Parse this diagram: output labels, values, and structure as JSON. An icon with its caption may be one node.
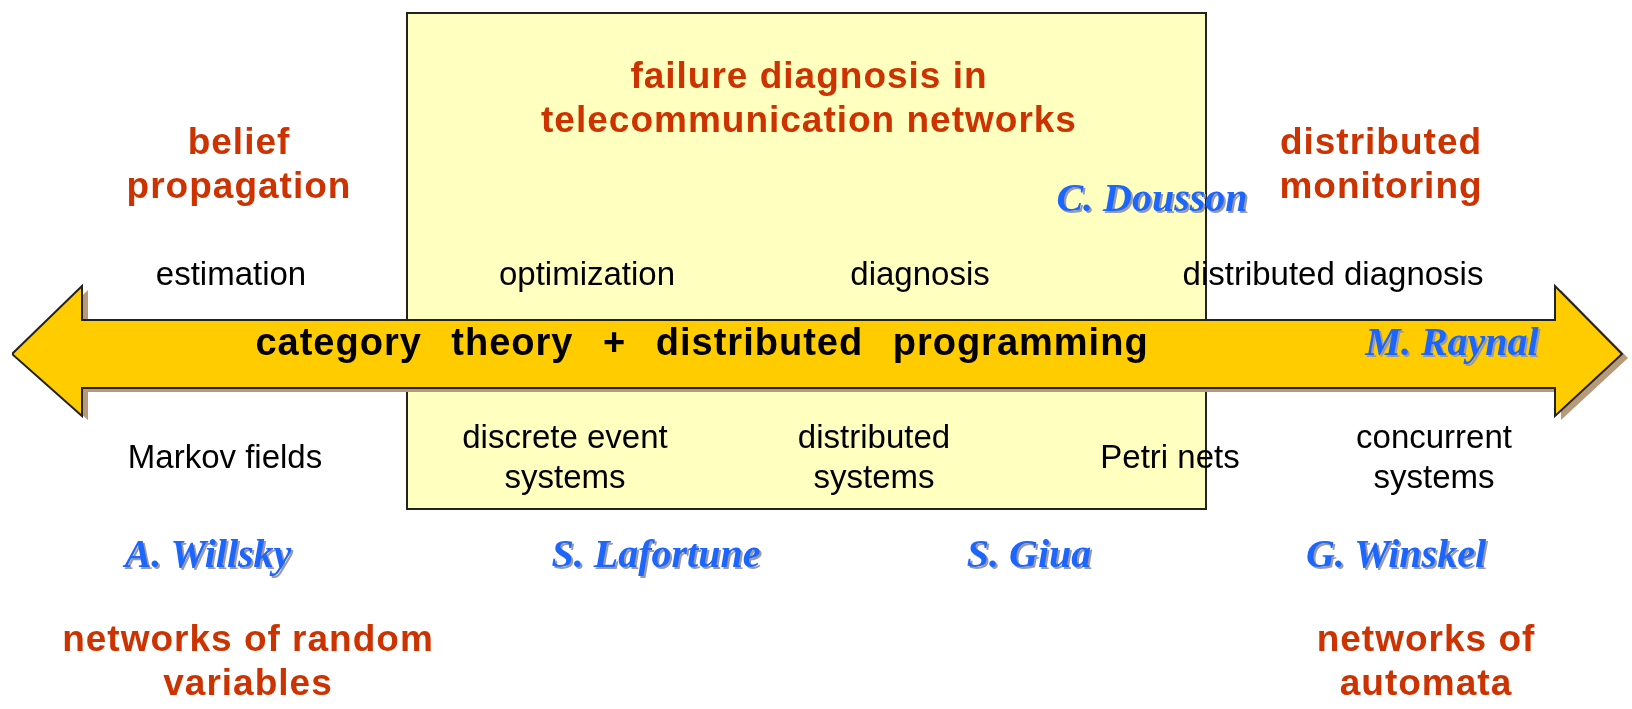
{
  "diagram": {
    "nodes": [
      {
        "text": [
          "failure diagnosis in telecommunication networks",
          "C. Dousson"
        ]
      },
      {
        "text": [
          "category theory + distributed programming",
          "M. Raynal"
        ]
      }
    ],
    "edges": [],
    "labels": [
      "belief propagation",
      "distributed monitoring",
      "estimation",
      "optimization",
      "diagnosis",
      "distributed diagnosis",
      "Markov fields",
      "discrete event systems",
      "distributed systems",
      "Petri nets",
      "concurrent systems",
      "A. Willsky",
      "S. Lafortune",
      "S. Giua",
      "G. Winskel",
      "networks of random variables",
      "networks of automata"
    ]
  }
}
